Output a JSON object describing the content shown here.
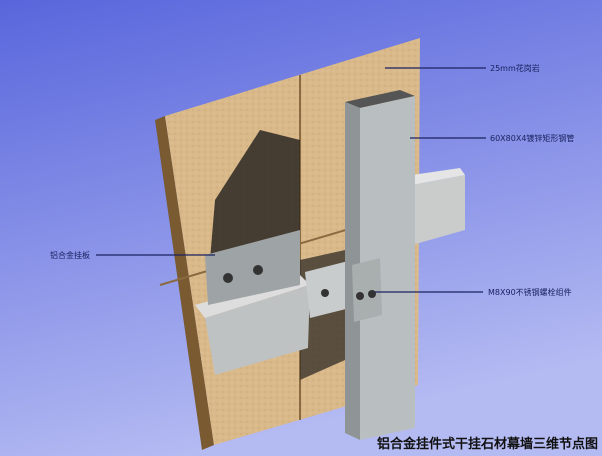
{
  "labels": {
    "granite": "25mm花岗岩",
    "steel_tube": "60X80X4镀锌矩形钢管",
    "bolt": "M8X90不锈钢螺栓组件",
    "hanger": "铝合金挂板"
  },
  "title": "铝合金挂件式干挂石材幕墙三维节点图",
  "colors": {
    "background_top": "#5866dc",
    "background_bottom": "#b4baf2",
    "stone": "#d9b98a",
    "steel": "#b9bfc0"
  }
}
